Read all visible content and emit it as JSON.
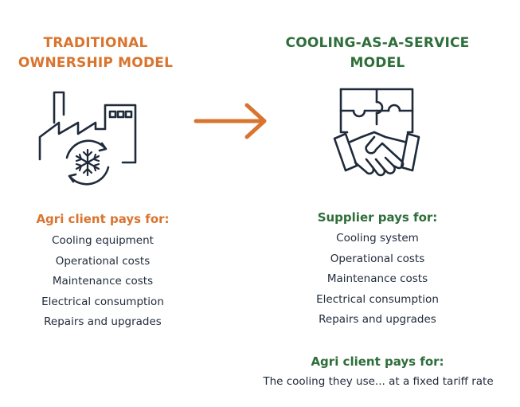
{
  "left": {
    "title_line1": "TRADITIONAL",
    "title_line2": "OWNERSHIP MODEL",
    "heading": "Agri client pays for:",
    "items": [
      "Cooling equipment",
      "Operational costs",
      "Maintenance costs",
      "Electrical consumption",
      "Repairs and upgrades"
    ],
    "icon": "factory-cooling-icon",
    "color": "#d9742e"
  },
  "arrow": {
    "icon": "arrow-right-icon",
    "color": "#d9742e"
  },
  "right": {
    "title_line1": "COOLING-AS-A-SERVICE",
    "title_line2": "MODEL",
    "heading": "Supplier pays for:",
    "items": [
      "Cooling system",
      "Operational costs",
      "Maintenance costs",
      "Electrical consumption",
      "Repairs and upgrades"
    ],
    "heading2": "Agri client pays for:",
    "note": "The cooling they use... at a fixed tariff rate",
    "icon": "handshake-puzzle-icon",
    "color": "#2e6e3a"
  }
}
